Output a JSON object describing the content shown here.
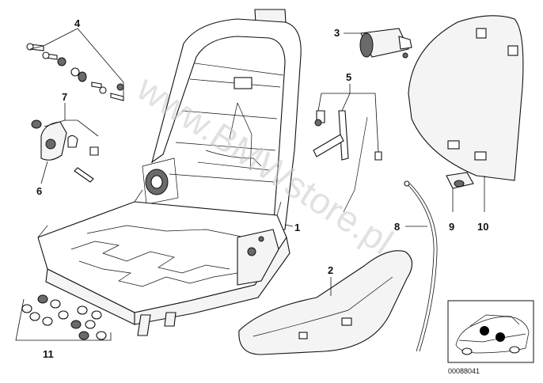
{
  "callouts": [
    {
      "id": "1",
      "label": "1"
    },
    {
      "id": "2",
      "label": "2"
    },
    {
      "id": "3",
      "label": "3"
    },
    {
      "id": "4",
      "label": "4"
    },
    {
      "id": "5",
      "label": "5"
    },
    {
      "id": "6",
      "label": "6"
    },
    {
      "id": "7",
      "label": "7"
    },
    {
      "id": "8",
      "label": "8"
    },
    {
      "id": "9",
      "label": "9"
    },
    {
      "id": "10",
      "label": "10"
    },
    {
      "id": "11",
      "label": "11"
    }
  ],
  "watermark": "www.BMWstore.pl",
  "drawing_number": "00088041",
  "inset": {
    "highlight_color": "#000000"
  },
  "colors": {
    "line": "#111111",
    "watermark": "#c9c9c9"
  }
}
